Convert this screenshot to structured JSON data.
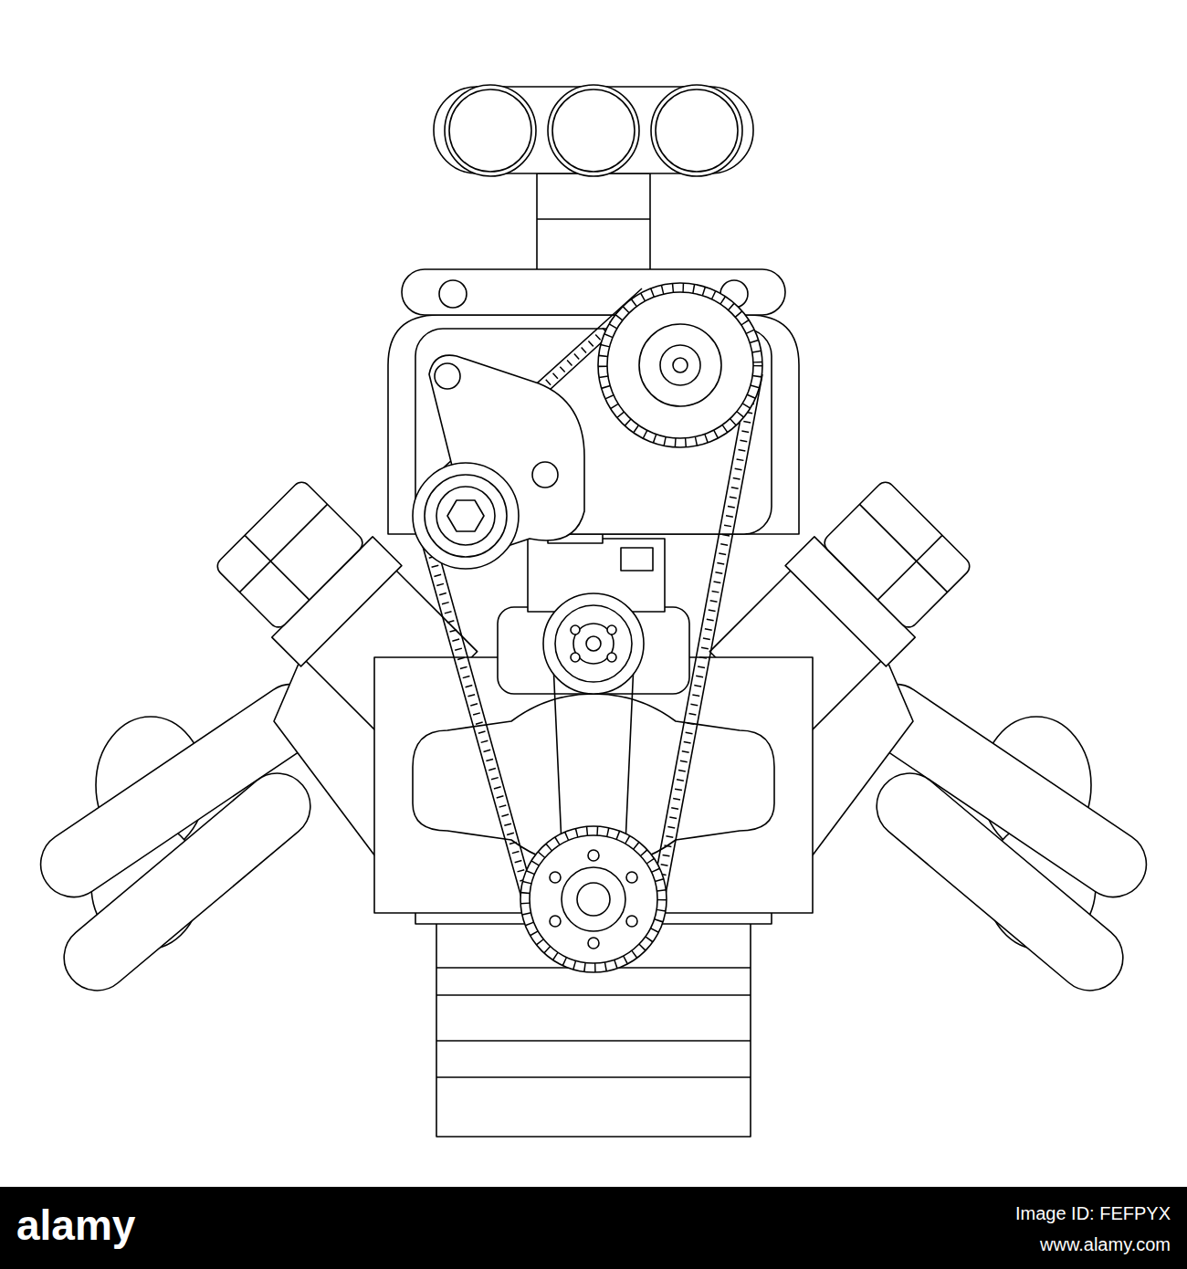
{
  "diagram": {
    "labels": [
      "alamy",
      "Image ID: FEFPYX",
      "www.alamy.com"
    ]
  }
}
